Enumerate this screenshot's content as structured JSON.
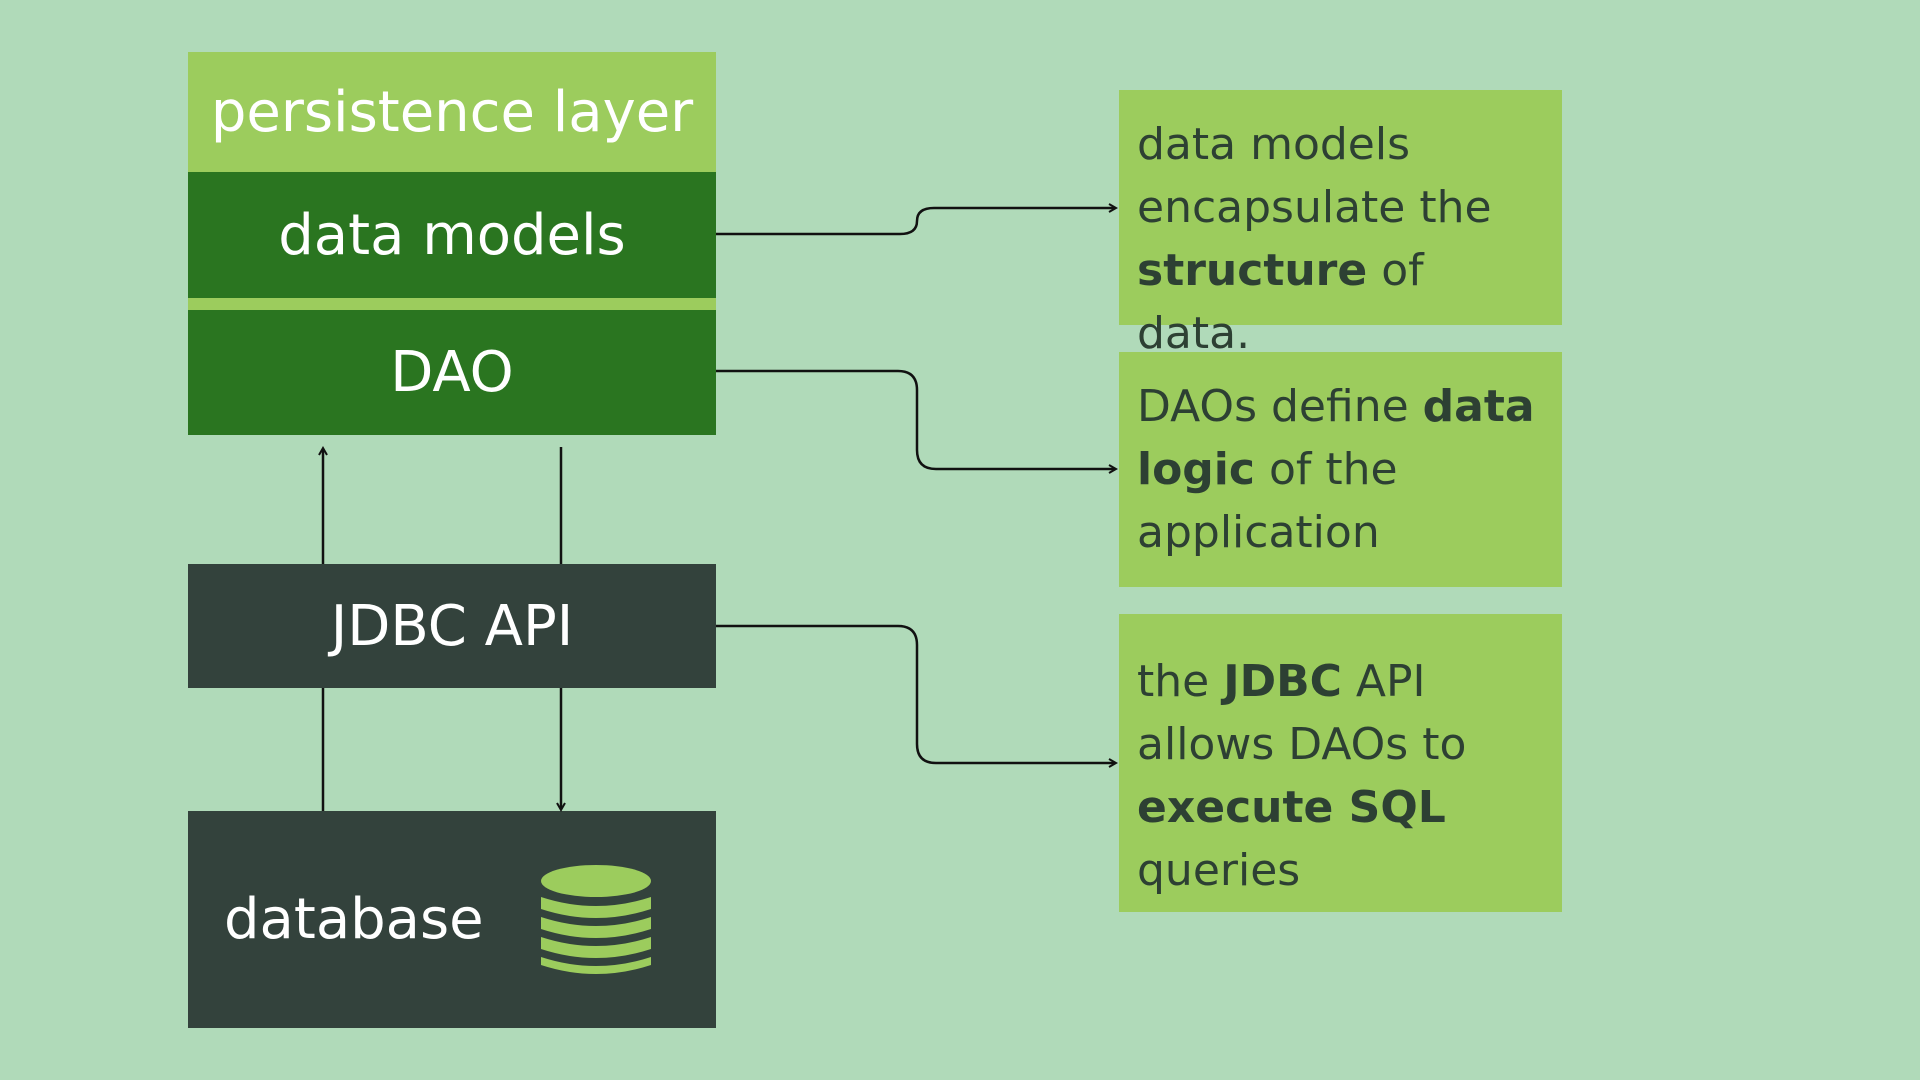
{
  "layers": {
    "title": "persistence layer",
    "data_models": "data models",
    "dao": "DAO",
    "jdbc": "JDBC API",
    "database": "database"
  },
  "notes": {
    "models": [
      "data models",
      "encapsulate the",
      "structure",
      " of data."
    ],
    "dao": [
      "DAOs define ",
      "data",
      "logic",
      " of the",
      "application"
    ],
    "jdbc": [
      "the ",
      "JDBC",
      " API",
      "allows DAOs to",
      "execute SQL",
      "queries"
    ]
  },
  "icons": {
    "database": "database-stack-icon"
  },
  "colors": {
    "background": "#b0dab9",
    "light_green": "#9ccc5d",
    "dark_green": "#2a7520",
    "charcoal": "#33423c",
    "note_text": "#2d4033"
  }
}
